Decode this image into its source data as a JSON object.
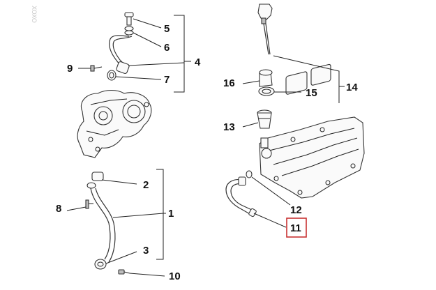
{
  "watermark": "XOXO",
  "callouts": [
    {
      "id": "c5",
      "text": "5"
    },
    {
      "id": "c6",
      "text": "6"
    },
    {
      "id": "c4",
      "text": "4"
    },
    {
      "id": "c9",
      "text": "9"
    },
    {
      "id": "c7",
      "text": "7"
    },
    {
      "id": "c16",
      "text": "16"
    },
    {
      "id": "c15",
      "text": "15"
    },
    {
      "id": "c14",
      "text": "14"
    },
    {
      "id": "c13",
      "text": "13"
    },
    {
      "id": "c2",
      "text": "2"
    },
    {
      "id": "c8",
      "text": "8"
    },
    {
      "id": "c1",
      "text": "1"
    },
    {
      "id": "c12",
      "text": "12"
    },
    {
      "id": "c11",
      "text": "11"
    },
    {
      "id": "c3",
      "text": "3"
    },
    {
      "id": "c10",
      "text": "10"
    }
  ],
  "highlight": {
    "callout": "11",
    "color": "#c83232"
  }
}
